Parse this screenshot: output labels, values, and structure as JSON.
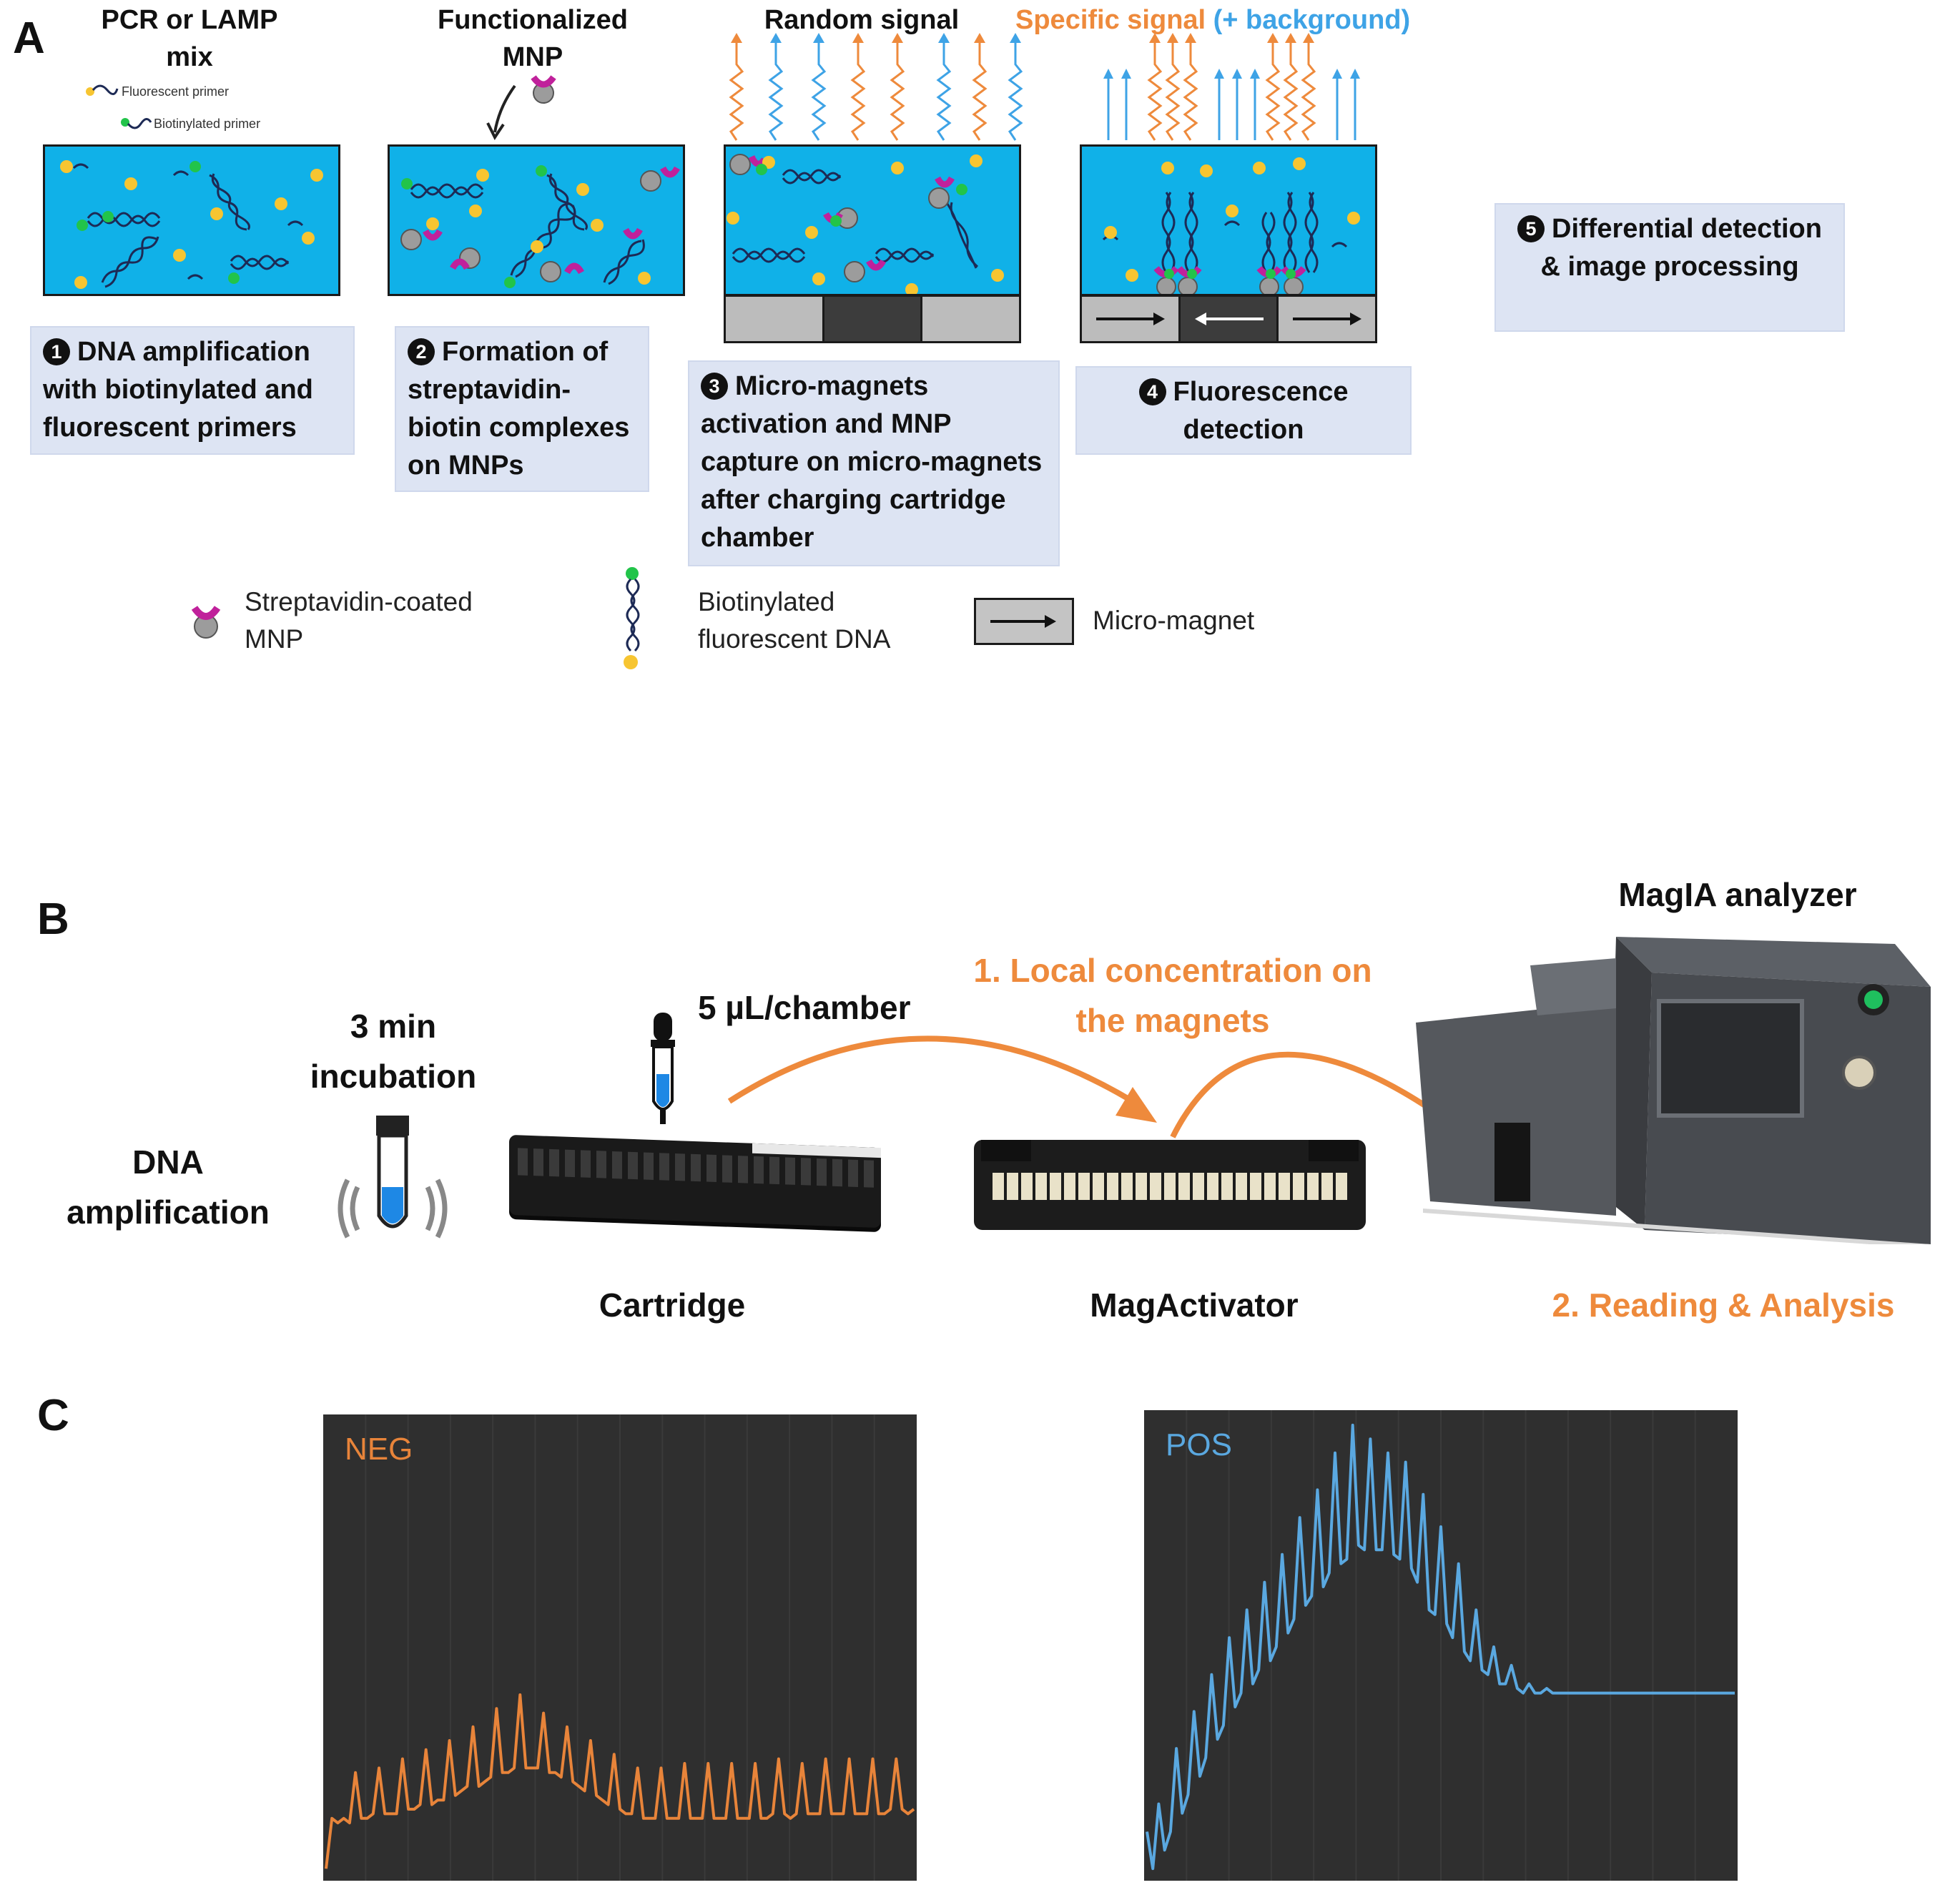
{
  "panels": {
    "a": "A",
    "b": "B",
    "c": "C"
  },
  "panelA": {
    "col1_title": "PCR or LAMP mix",
    "primer_fluor": "Fluorescent primer",
    "primer_biotin": "Biotinylated primer",
    "col2_title": "Functionalized MNP",
    "col3_title": "Random signal",
    "col4_title_specific": "Specific signal",
    "col4_title_background": "(+ background)",
    "steps": [
      {
        "num": "1",
        "text": "DNA amplification with biotinylated and fluorescent primers"
      },
      {
        "num": "2",
        "text": "Formation of streptavidin-biotin complexes on MNPs"
      },
      {
        "num": "3",
        "text": "Micro-magnets activation and MNP capture on micro-magnets after charging cartridge chamber"
      },
      {
        "num": "4",
        "text": "Fluorescence detection"
      },
      {
        "num": "5",
        "text": "Differential detection & image processing"
      }
    ],
    "legend": {
      "mnp": "Streptavidin-coated MNP",
      "dna": "Biotinylated fluorescent DNA",
      "magnet": "Micro-magnet"
    }
  },
  "panelB": {
    "dna_amp": "DNA amplification",
    "incubation": "3 min incubation",
    "volume": "5 µL/chamber",
    "cartridge": "Cartridge",
    "magactivator": "MagActivator",
    "analyzer": "MagIA analyzer",
    "step1": "1. Local concentration on the magnets",
    "step2": "2. Reading & Analysis"
  },
  "chart_data": [
    {
      "type": "line",
      "title": "NEG",
      "color": "#e8843a",
      "x": [
        0,
        1,
        2,
        3,
        4,
        5,
        6,
        7,
        8,
        9,
        10,
        11,
        12,
        13,
        14,
        15,
        16,
        17,
        18,
        19,
        20,
        21,
        22,
        23,
        24,
        25,
        26,
        27,
        28,
        29,
        30,
        31,
        32,
        33,
        34,
        35,
        36,
        37,
        38,
        39,
        40,
        41,
        42,
        43,
        44,
        45,
        46,
        47,
        48,
        49,
        50,
        51,
        52,
        53,
        54,
        55,
        56,
        57,
        58,
        59,
        60,
        61,
        62,
        63,
        64,
        65,
        66,
        67,
        68,
        69,
        70,
        71,
        72,
        73,
        74,
        75,
        76,
        77,
        78,
        79,
        80,
        81,
        82,
        83,
        84,
        85,
        86,
        87,
        88,
        89,
        90,
        91,
        92,
        93,
        94,
        95,
        96,
        97,
        98,
        99,
        100
      ],
      "values": [
        0.02,
        0.13,
        0.12,
        0.13,
        0.12,
        0.23,
        0.13,
        0.13,
        0.14,
        0.24,
        0.14,
        0.14,
        0.14,
        0.26,
        0.15,
        0.15,
        0.16,
        0.28,
        0.16,
        0.17,
        0.17,
        0.3,
        0.18,
        0.19,
        0.2,
        0.33,
        0.2,
        0.21,
        0.22,
        0.37,
        0.23,
        0.23,
        0.24,
        0.4,
        0.24,
        0.24,
        0.24,
        0.36,
        0.23,
        0.23,
        0.22,
        0.33,
        0.21,
        0.2,
        0.19,
        0.3,
        0.18,
        0.17,
        0.16,
        0.27,
        0.15,
        0.14,
        0.14,
        0.24,
        0.13,
        0.13,
        0.13,
        0.24,
        0.13,
        0.13,
        0.13,
        0.25,
        0.13,
        0.13,
        0.13,
        0.25,
        0.13,
        0.13,
        0.13,
        0.25,
        0.13,
        0.13,
        0.13,
        0.25,
        0.13,
        0.13,
        0.14,
        0.26,
        0.14,
        0.13,
        0.14,
        0.25,
        0.14,
        0.14,
        0.14,
        0.26,
        0.14,
        0.14,
        0.14,
        0.26,
        0.14,
        0.14,
        0.14,
        0.26,
        0.14,
        0.14,
        0.15,
        0.26,
        0.15,
        0.14,
        0.15
      ]
    },
    {
      "type": "line",
      "title": "POS",
      "color": "#5aa8e0",
      "x": [
        0,
        1,
        2,
        3,
        4,
        5,
        6,
        7,
        8,
        9,
        10,
        11,
        12,
        13,
        14,
        15,
        16,
        17,
        18,
        19,
        20,
        21,
        22,
        23,
        24,
        25,
        26,
        27,
        28,
        29,
        30,
        31,
        32,
        33,
        34,
        35,
        36,
        37,
        38,
        39,
        40,
        41,
        42,
        43,
        44,
        45,
        46,
        47,
        48,
        49,
        50,
        51,
        52,
        53,
        54,
        55,
        56,
        57,
        58,
        59,
        60,
        61,
        62,
        63,
        64,
        65,
        66,
        67,
        68,
        69,
        70,
        71,
        72,
        73,
        74,
        75,
        76,
        77,
        78,
        79,
        80,
        81,
        82,
        83,
        84,
        85,
        86,
        87,
        88,
        89,
        90,
        91,
        92,
        93,
        94,
        95,
        96,
        97,
        98,
        99,
        100
      ],
      "values": [
        0.1,
        0.02,
        0.16,
        0.06,
        0.1,
        0.28,
        0.14,
        0.18,
        0.36,
        0.22,
        0.26,
        0.44,
        0.3,
        0.33,
        0.52,
        0.37,
        0.4,
        0.58,
        0.42,
        0.45,
        0.64,
        0.47,
        0.5,
        0.7,
        0.53,
        0.56,
        0.78,
        0.59,
        0.61,
        0.84,
        0.63,
        0.66,
        0.92,
        0.68,
        0.69,
        0.98,
        0.72,
        0.71,
        0.95,
        0.71,
        0.71,
        0.92,
        0.7,
        0.69,
        0.9,
        0.67,
        0.64,
        0.83,
        0.58,
        0.57,
        0.76,
        0.55,
        0.52,
        0.68,
        0.49,
        0.47,
        0.58,
        0.45,
        0.44,
        0.5,
        0.42,
        0.42,
        0.46,
        0.41,
        0.4,
        0.42,
        0.4,
        0.4,
        0.41,
        0.4,
        0.4,
        0.4,
        0.4,
        0.4,
        0.4,
        0.4,
        0.4,
        0.4,
        0.4,
        0.4,
        0.4,
        0.4,
        0.4,
        0.4,
        0.4,
        0.4,
        0.4,
        0.4,
        0.4,
        0.4,
        0.4,
        0.4,
        0.4,
        0.4,
        0.4,
        0.4,
        0.4,
        0.4,
        0.4,
        0.4,
        0.4
      ]
    }
  ],
  "colors": {
    "chamber": "#10b1e8",
    "step_box": "#dde4f3",
    "orange": "#ee8a3c",
    "blue": "#3ea3e6",
    "fluor": "#f7c531",
    "biotin": "#22c44a",
    "streptavidin": "#c0219b"
  }
}
